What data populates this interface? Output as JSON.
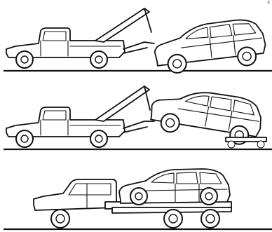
{
  "corner_mark": "c",
  "panels": [
    {
      "method": "wheel-lift-rear-wheels-down"
    },
    {
      "method": "wheel-lift-with-dollies"
    },
    {
      "method": "flatbed"
    }
  ]
}
